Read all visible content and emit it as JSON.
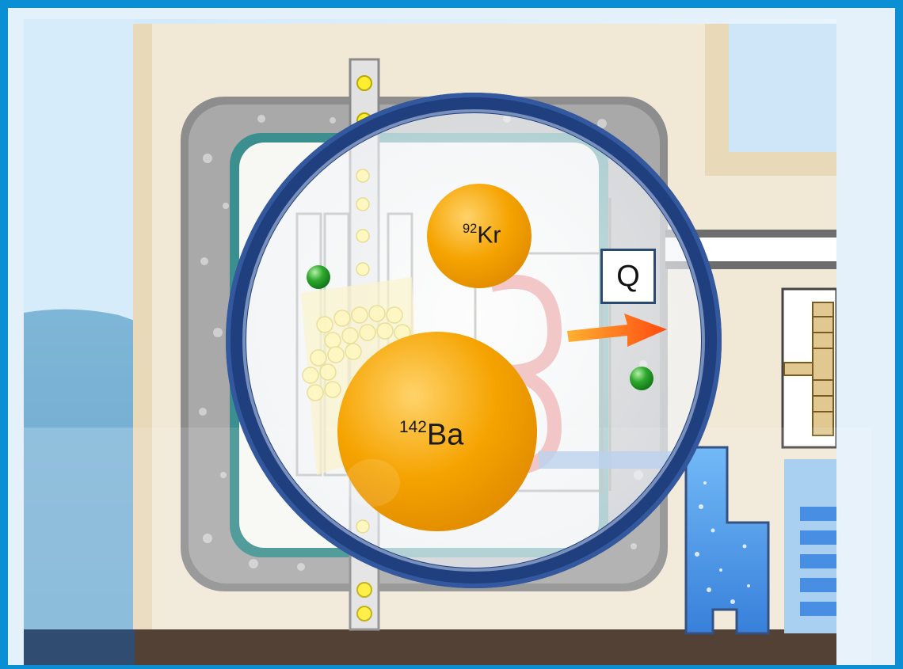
{
  "colors": {
    "frame_blue": "#0a8fd4",
    "water_blue": "#2f7fe0",
    "nucleus_orange": "#f5a300",
    "neutron_green": "#2ea82e",
    "energy_arrow": "#ff6a1a",
    "lens_ring": "#2a4a8a"
  },
  "diagram": {
    "energy_label": "Q",
    "krypton": {
      "mass_number": "92",
      "symbol": "Kr"
    },
    "barium": {
      "mass_number": "142",
      "symbol": "Ba"
    }
  }
}
